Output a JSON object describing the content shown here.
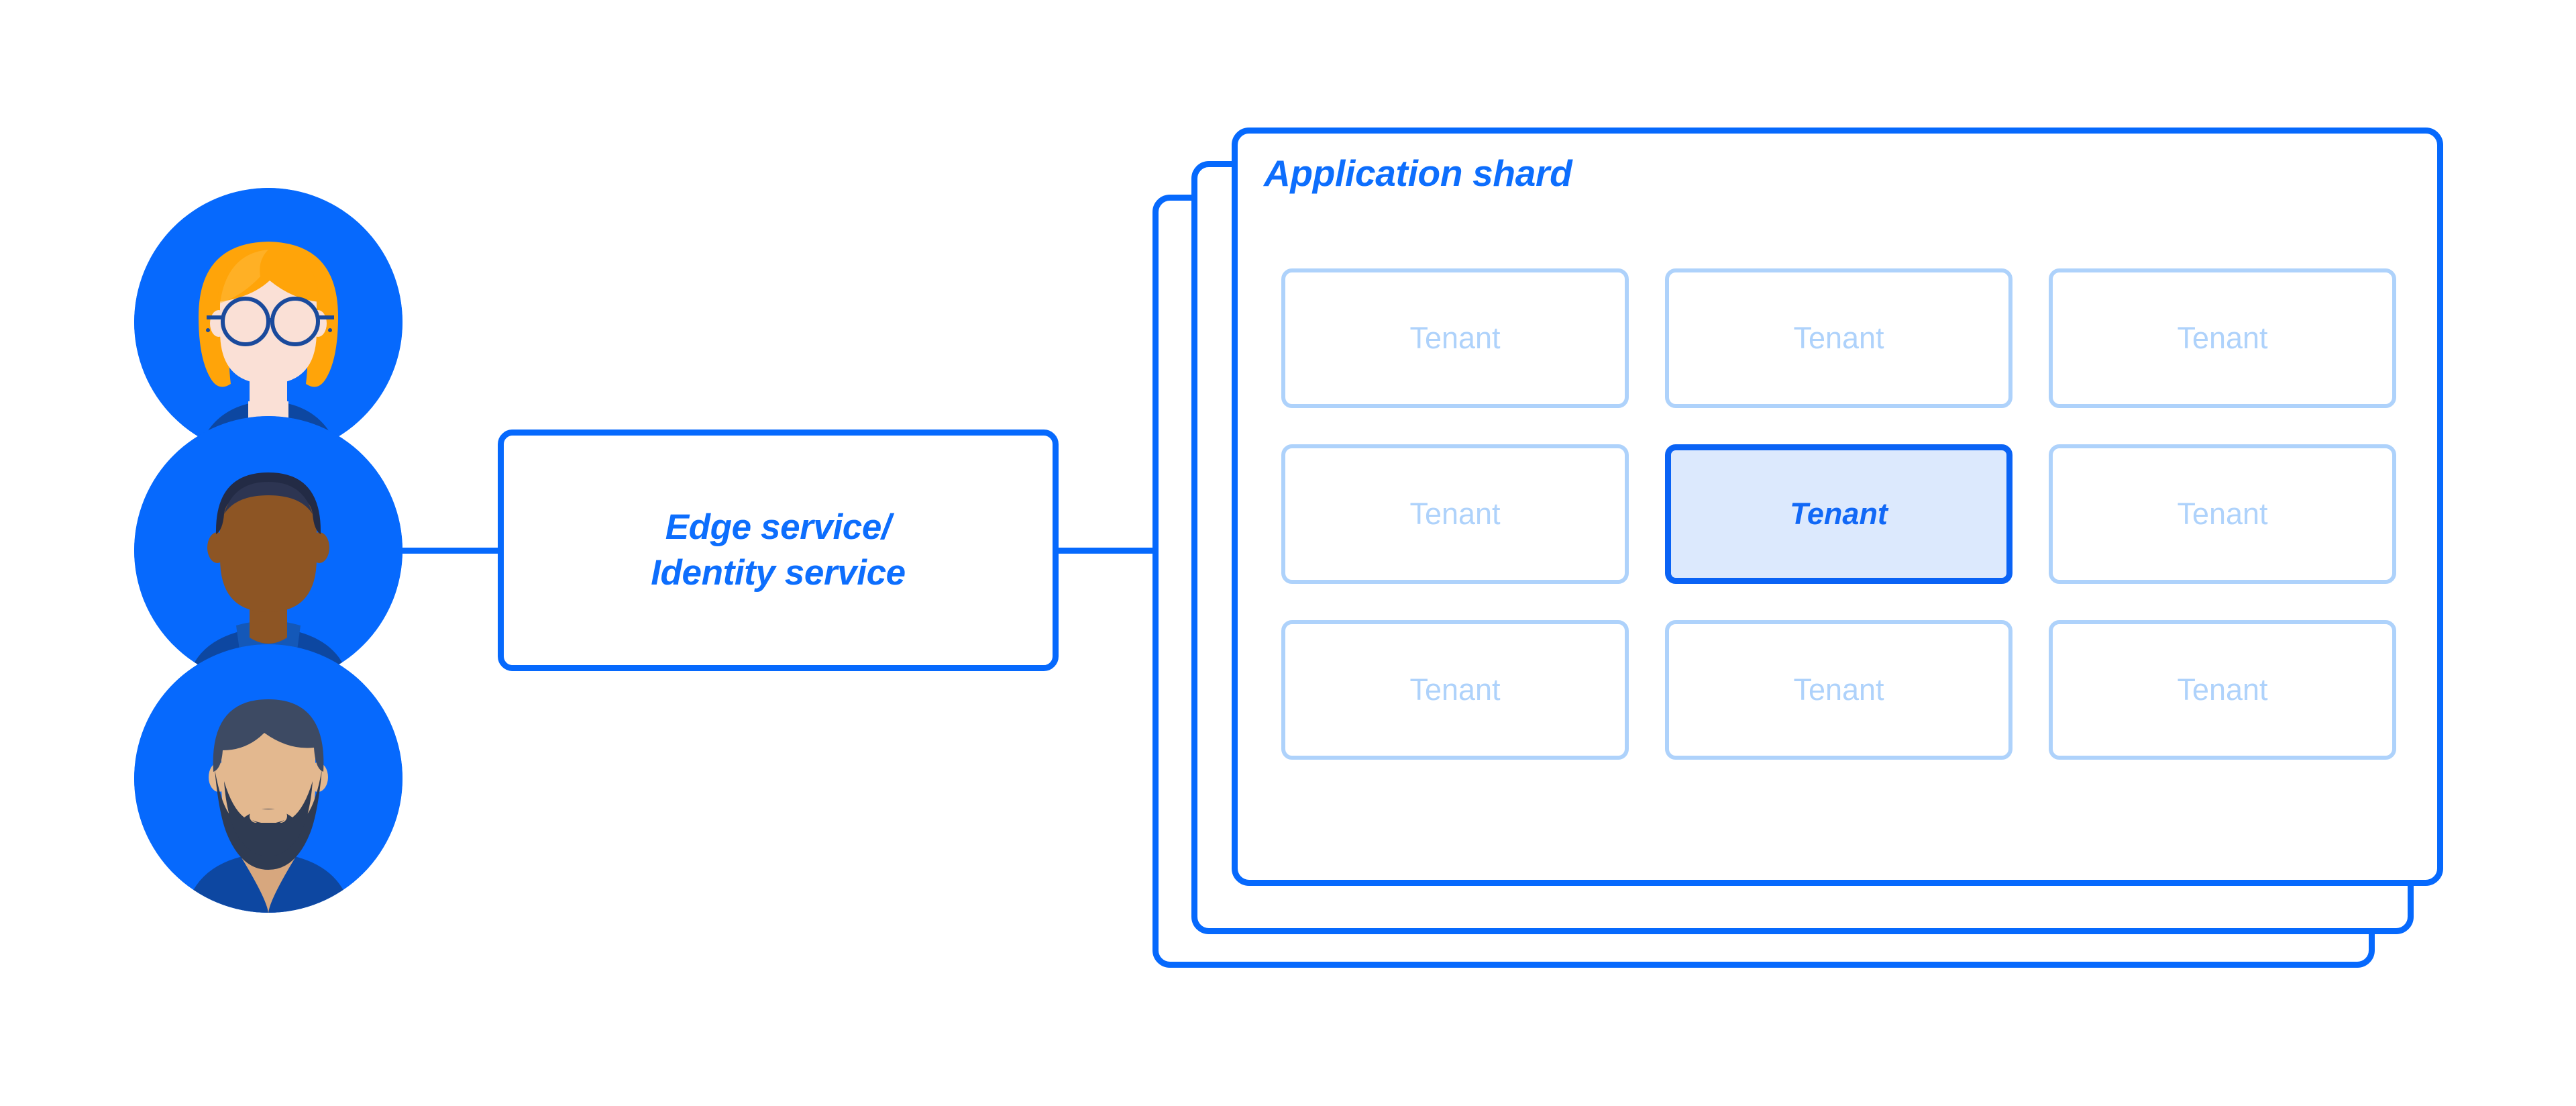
{
  "theme": {
    "primary_blue": "#0669fd",
    "tenant_border": "#aed2fb",
    "tenant_text": "#aed2fb",
    "active_tenant_fill": "#dce9fd",
    "active_tenant_border": "#0a63f5",
    "active_tenant_text": "#1168f6",
    "background": "#ffffff"
  },
  "users": {
    "group_label": "users",
    "avatars": [
      {
        "name": "user-avatar-woman-glasses",
        "description": "Blonde woman with round glasses",
        "circle_color": "#0669fd"
      },
      {
        "name": "user-avatar-man-short-hair",
        "description": "Man with short dark hair and blue jacket",
        "circle_color": "#0669fd"
      },
      {
        "name": "user-avatar-man-beard",
        "description": "Bearded man with dark hair",
        "circle_color": "#0669fd"
      }
    ]
  },
  "edge_service": {
    "label": "Edge service/\nIdentity service",
    "line_1": "Edge service/",
    "line_2": "Identity service"
  },
  "shard": {
    "title": "Application shard",
    "stack_count": 3
  },
  "tenants": {
    "label": "Tenant",
    "grid": [
      [
        {
          "label": "Tenant",
          "active": false
        },
        {
          "label": "Tenant",
          "active": false
        },
        {
          "label": "Tenant",
          "active": false
        }
      ],
      [
        {
          "label": "Tenant",
          "active": false
        },
        {
          "label": "Tenant",
          "active": true
        },
        {
          "label": "Tenant",
          "active": false
        }
      ],
      [
        {
          "label": "Tenant",
          "active": false
        },
        {
          "label": "Tenant",
          "active": false
        },
        {
          "label": "Tenant",
          "active": false
        }
      ]
    ]
  },
  "connections": [
    {
      "name": "users-to-edge-service",
      "from": "users",
      "to": "edge_service"
    },
    {
      "name": "edge-service-to-shard",
      "from": "edge_service",
      "to": "shard"
    }
  ]
}
